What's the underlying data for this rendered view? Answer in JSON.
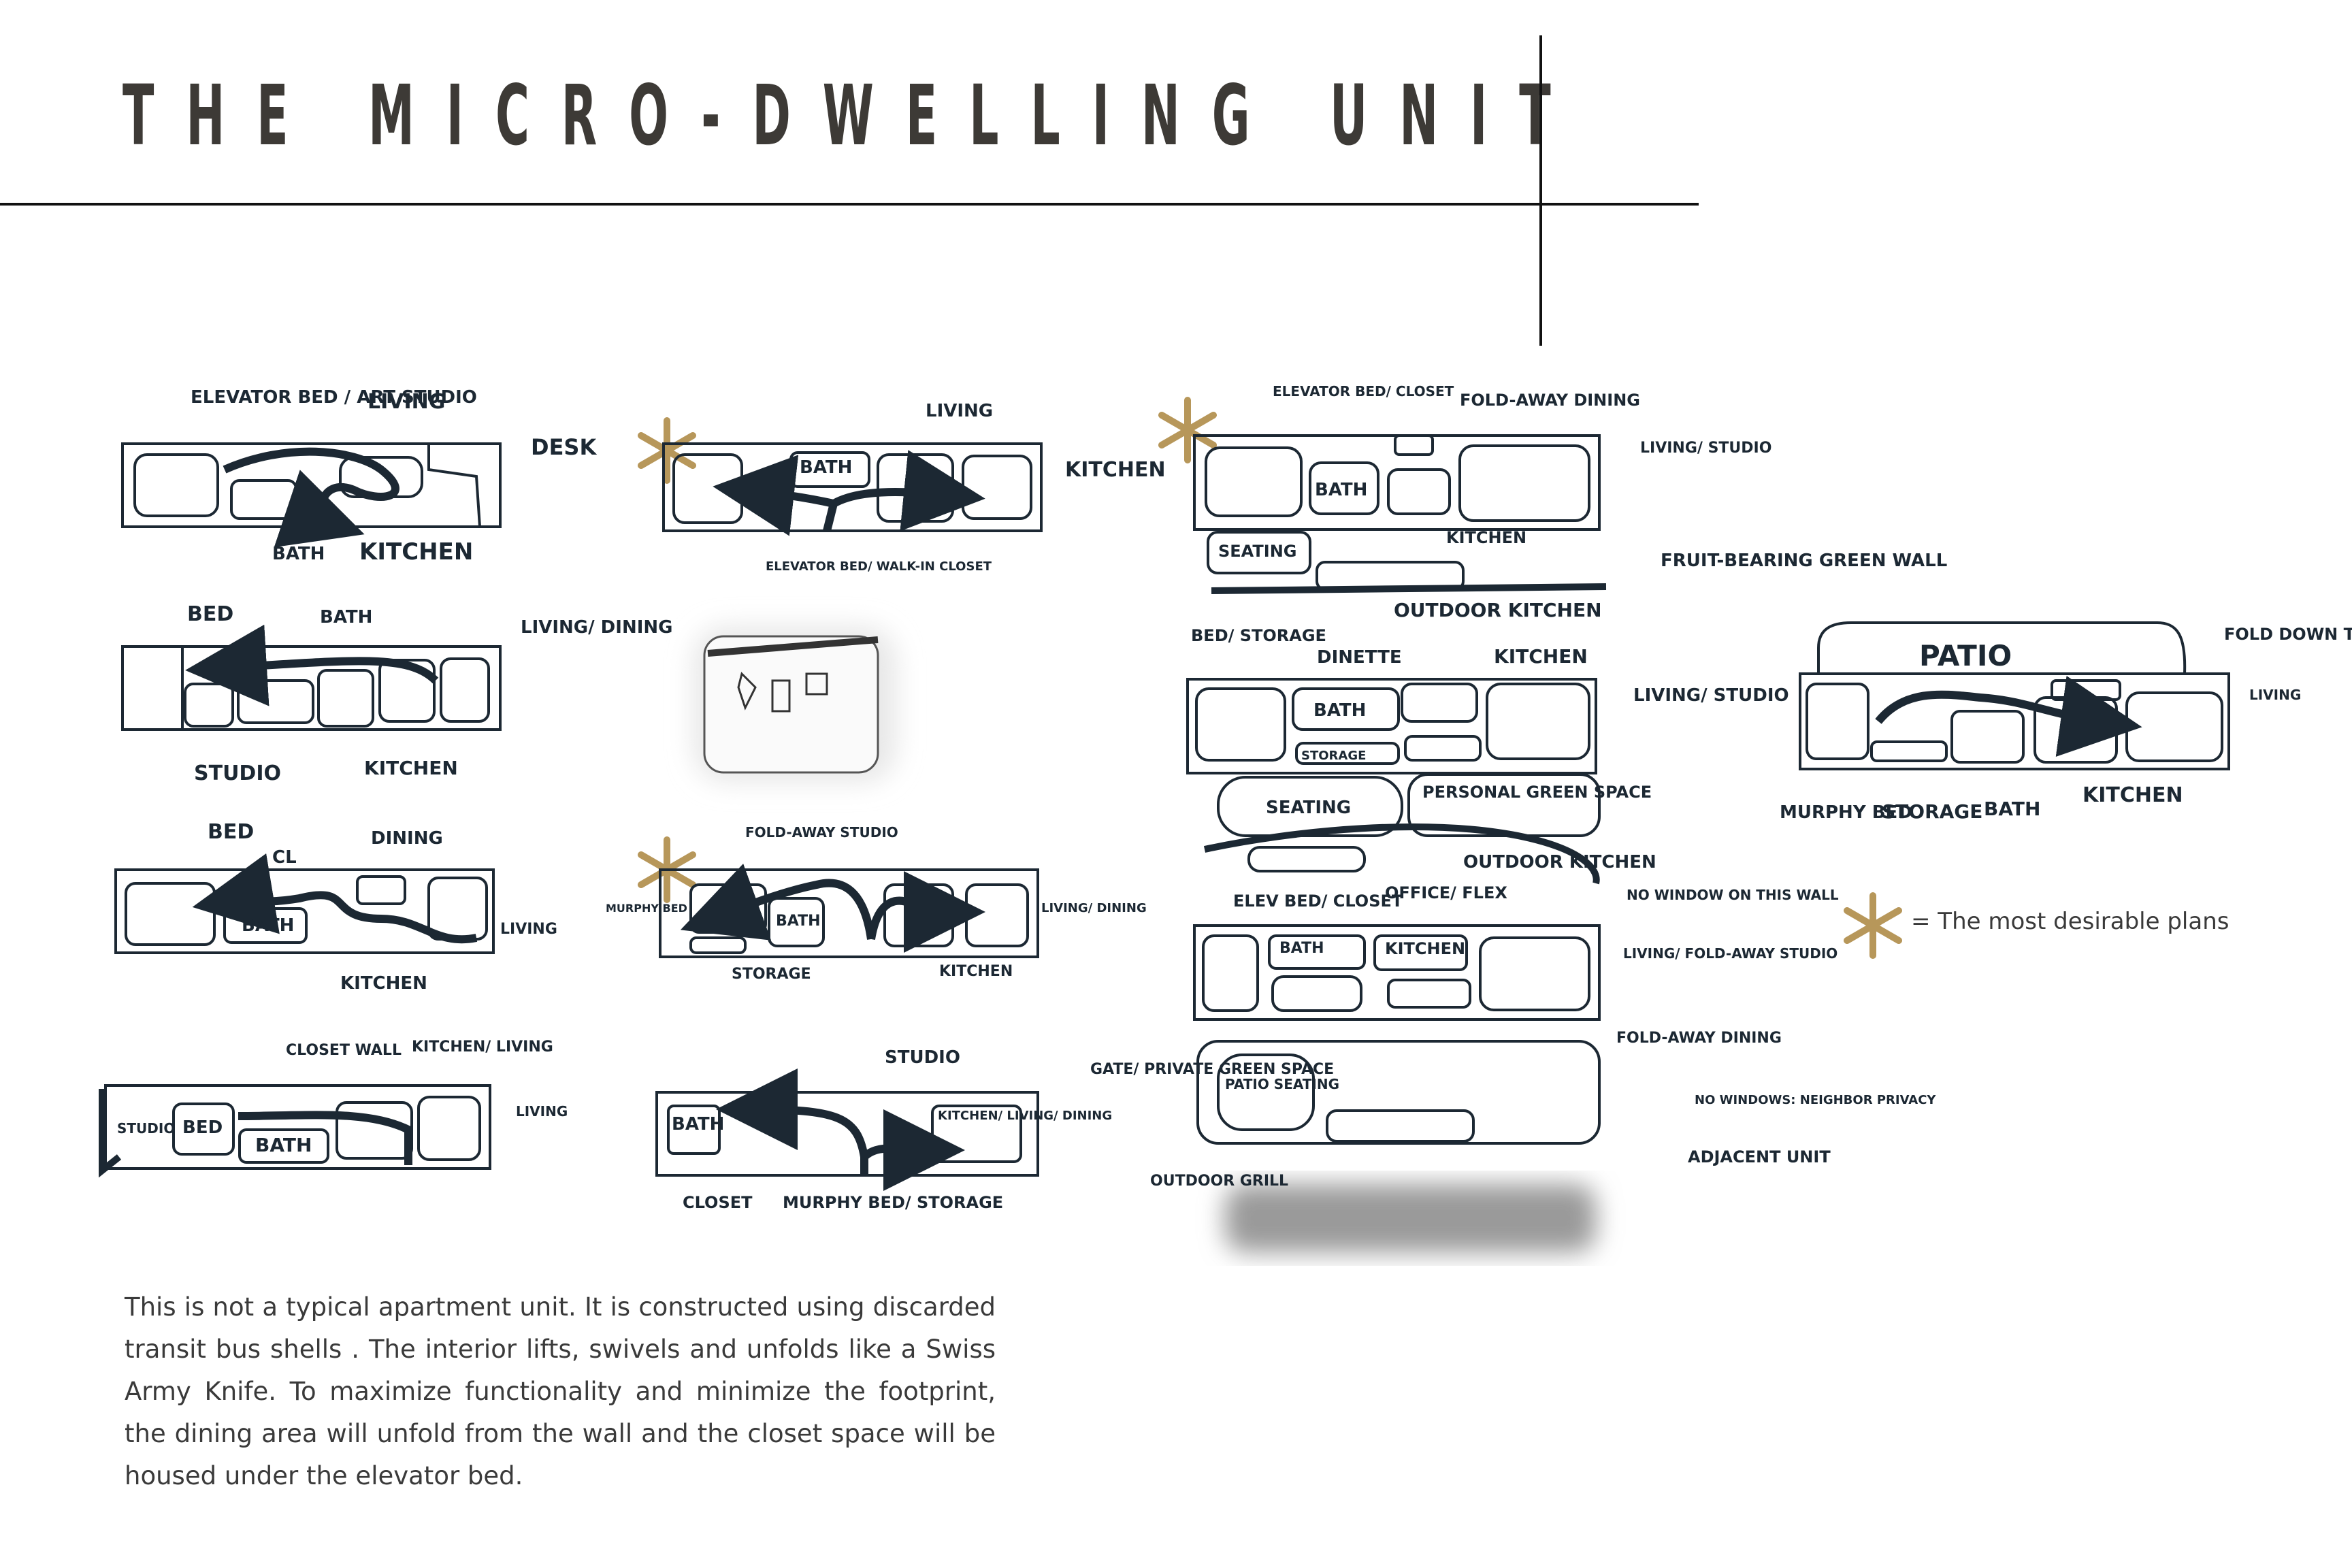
{
  "title": "THE MICRO-DWELLING UNIT",
  "legend": {
    "text": "= The most desirable plans",
    "star_color": "#b7975a"
  },
  "description": "This is not a typical apartment unit. It is constructed using discarded transit bus shells .  The interior lifts, swivels and unfolds like a Swiss Army Knife. To maximize functionality and minimize the footprint, the dining area will unfold from the wall and the closet space will be housed under the elevator bed.",
  "colors": {
    "ink": "#1c2833",
    "accent": "#b7975a",
    "text": "#3a3a3a"
  },
  "plans": [
    {
      "id": "plan-1",
      "labels": [
        "ELEVATOR BED / ART STUDIO",
        "LIVING",
        "DESK",
        "BATH",
        "KITCHEN"
      ]
    },
    {
      "id": "plan-2",
      "labels": [
        "BED",
        "BATH",
        "LIVING/ DINING",
        "STUDIO",
        "KITCHEN"
      ]
    },
    {
      "id": "plan-3",
      "labels": [
        "BED",
        "CL",
        "DINING",
        "BATH",
        "LIVING",
        "KITCHEN"
      ]
    },
    {
      "id": "plan-4",
      "labels": [
        "CLOSET WALL",
        "KITCHEN/ LIVING",
        "STUDIO",
        "BED",
        "BATH",
        "LIVING"
      ]
    },
    {
      "id": "plan-5",
      "labels": [
        "LIVING",
        "BATH",
        "KITCHEN",
        "ELEVATOR BED/ WALK-IN CLOSET"
      ]
    },
    {
      "id": "plan-6",
      "labels": [
        "FOLD-AWAY STUDIO",
        "MURPHY BED",
        "BATH",
        "LIVING/ DINING",
        "STORAGE",
        "KITCHEN"
      ]
    },
    {
      "id": "plan-7",
      "labels": [
        "STUDIO",
        "BATH",
        "KITCHEN/ LIVING/ DINING",
        "CLOSET",
        "MURPHY BED/ STORAGE"
      ]
    },
    {
      "id": "plan-8",
      "labels": [
        "ELEVATOR BED/ CLOSET",
        "FOLD-AWAY DINING",
        "LIVING/ STUDIO",
        "BATH",
        "KITCHEN",
        "SEATING",
        "FRUIT-BEARING GREEN WALL",
        "OUTDOOR KITCHEN"
      ]
    },
    {
      "id": "plan-9",
      "labels": [
        "BED/ STORAGE",
        "DINETTE",
        "KITCHEN",
        "LIVING/ STUDIO",
        "BATH",
        "STORAGE",
        "SEATING",
        "PERSONAL GREEN SPACE",
        "OUTDOOR KITCHEN"
      ]
    },
    {
      "id": "plan-10",
      "labels": [
        "ELEV BED/ CLOSET",
        "OFFICE/ FLEX",
        "NO WINDOW ON THIS WALL",
        "BATH",
        "KITCHEN",
        "LIVING/ FOLD-AWAY STUDIO",
        "FOLD-AWAY DINING",
        "GATE/ PRIVATE GREEN SPACE",
        "PATIO SEATING",
        "NO WINDOWS: NEIGHBOR PRIVACY",
        "ADJACENT UNIT",
        "OUTDOOR GRILL"
      ]
    },
    {
      "id": "plan-11",
      "labels": [
        "PATIO",
        "FOLD DOWN TABLE",
        "LIVING",
        "MURPHY BED",
        "STORAGE",
        "BATH",
        "KITCHEN"
      ]
    }
  ]
}
